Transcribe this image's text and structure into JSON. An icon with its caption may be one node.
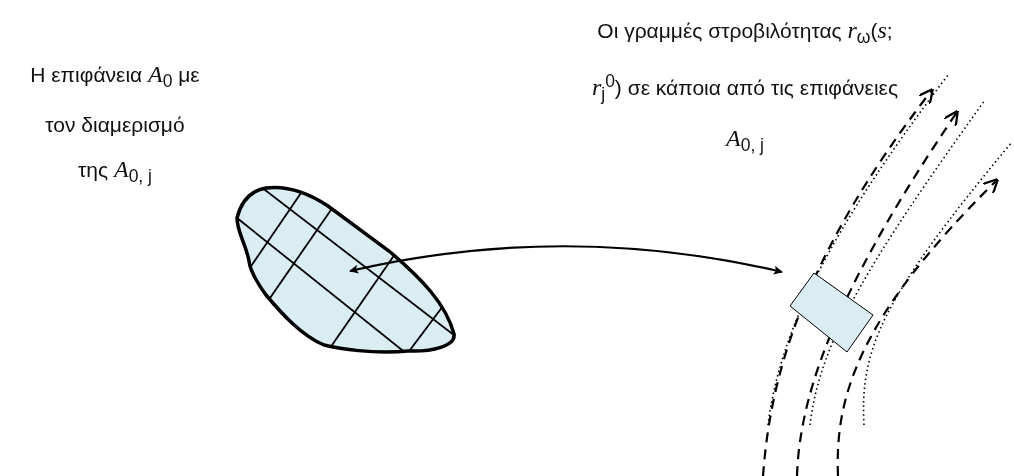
{
  "diagram": {
    "nodes": [
      {
        "text": [],
        "shape": "blob",
        "beside": [
          "Η επιφάνεια *A*$_{0}$ με τον διαμερισμό της *A*$_{0, j}$"
        ]
      },
      {
        "text": [],
        "shape": "box"
      }
    ],
    "edges": [
      {
        "from": 0,
        "to": 1,
        "arrow": "both"
      }
    ],
    "labels": [
      "Οι γραμμές στροβιλότητας *r*$_{ω}$(*s*; *r*$_{j}$$^{0}$) σε κάποια από τις επιφάνειες *A*$_{0, j}$"
    ]
  }
}
